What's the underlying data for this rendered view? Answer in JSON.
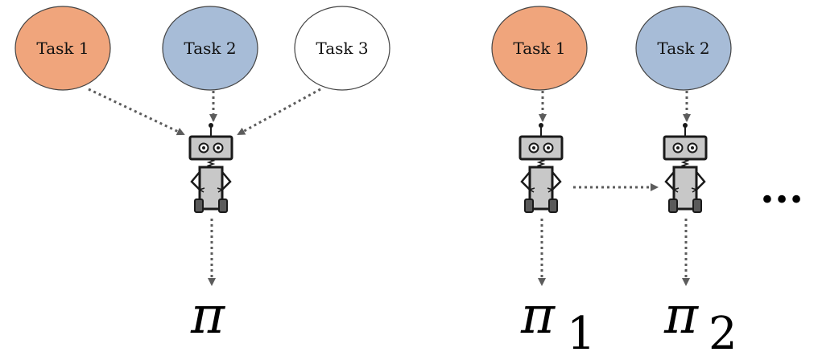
{
  "colors": {
    "task_1": "#f0a57c",
    "task_2": "#a7bcd7",
    "task_3": "#ffffff",
    "arrow": "#5c5c5c",
    "robot_body": "#c8c8c8",
    "robot_outline": "#1a1a1a"
  },
  "left_panel": {
    "tasks": [
      {
        "label": "Task 1",
        "color": "#f0a57c"
      },
      {
        "label": "Task 2",
        "color": "#a7bcd7"
      },
      {
        "label": "Task 3",
        "color": "#ffffff"
      }
    ],
    "robot_icon": "robot-icon",
    "policy": {
      "symbol": "π"
    }
  },
  "right_panel": {
    "tasks": [
      {
        "label": "Task 1",
        "color": "#f0a57c"
      },
      {
        "label": "Task 2",
        "color": "#a7bcd7"
      }
    ],
    "robot_icon": "robot-icon",
    "policies": [
      {
        "symbol": "π",
        "subscript": "1"
      },
      {
        "symbol": "π",
        "subscript": "2"
      }
    ],
    "continuation": "..."
  }
}
